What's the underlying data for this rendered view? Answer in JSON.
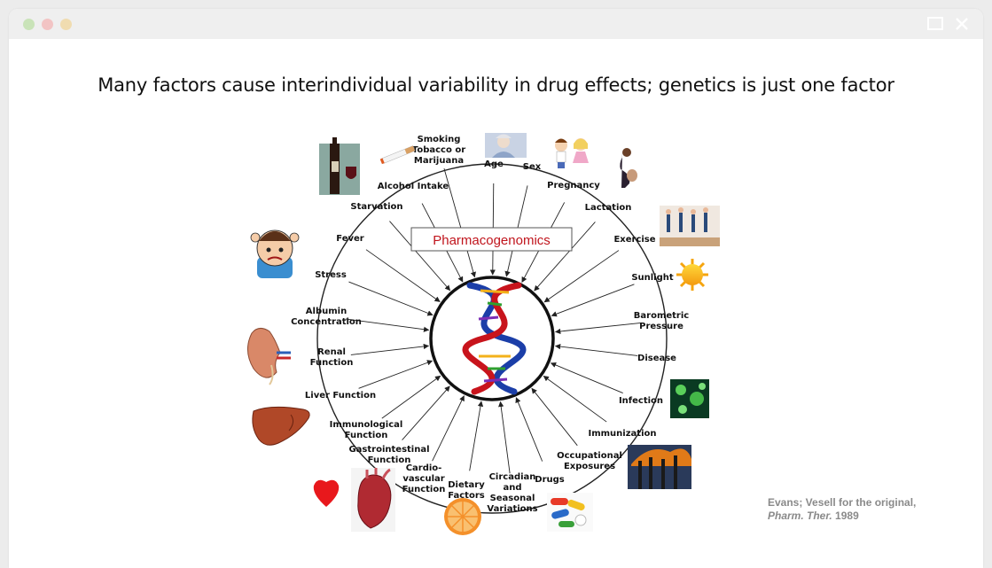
{
  "title": "Many factors cause interindividual variability in drug effects; genetics is just one factor",
  "center_label": "Pharmacogenomics",
  "citation": {
    "line1": "Evans; Vesell for the original,",
    "journal": "Pharm. Ther.",
    "year": "1989"
  },
  "factors": [
    {
      "id": "smoking",
      "lines": [
        "Smoking",
        "Tobacco or",
        "Marijuana"
      ]
    },
    {
      "id": "age",
      "lines": [
        "Age"
      ]
    },
    {
      "id": "sex",
      "lines": [
        "Sex"
      ]
    },
    {
      "id": "pregnancy",
      "lines": [
        "Pregnancy"
      ]
    },
    {
      "id": "lactation",
      "lines": [
        "Lactation"
      ]
    },
    {
      "id": "exercise",
      "lines": [
        "Exercise"
      ]
    },
    {
      "id": "sunlight",
      "lines": [
        "Sunlight"
      ]
    },
    {
      "id": "barometric-pressure",
      "lines": [
        "Barometric",
        "Pressure"
      ]
    },
    {
      "id": "disease",
      "lines": [
        "Disease"
      ]
    },
    {
      "id": "infection",
      "lines": [
        "Infection"
      ]
    },
    {
      "id": "immunization",
      "lines": [
        "Immunization"
      ]
    },
    {
      "id": "occupational-exposures",
      "lines": [
        "Occupational",
        "Exposures"
      ]
    },
    {
      "id": "drugs",
      "lines": [
        "Drugs"
      ]
    },
    {
      "id": "circadian",
      "lines": [
        "Circadian",
        "and",
        "Seasonal",
        "Variations"
      ]
    },
    {
      "id": "dietary-factors",
      "lines": [
        "Dietary",
        "Factors"
      ]
    },
    {
      "id": "cardiovascular-function",
      "lines": [
        "Cardio-",
        "vascular",
        "Function"
      ]
    },
    {
      "id": "gastrointestinal-function",
      "lines": [
        "Gastrointestinal",
        "Function"
      ]
    },
    {
      "id": "immunological-function",
      "lines": [
        "Immunological",
        "Function"
      ]
    },
    {
      "id": "liver-function",
      "lines": [
        "Liver Function"
      ]
    },
    {
      "id": "renal-function",
      "lines": [
        "Renal",
        "Function"
      ]
    },
    {
      "id": "albumin-concentration",
      "lines": [
        "Albumin",
        "Concentration"
      ]
    },
    {
      "id": "stress",
      "lines": [
        "Stress"
      ]
    },
    {
      "id": "fever",
      "lines": [
        "Fever"
      ]
    },
    {
      "id": "starvation",
      "lines": [
        "Starvation"
      ]
    },
    {
      "id": "alcohol-intake",
      "lines": [
        "Alcohol Intake"
      ]
    }
  ],
  "colors": {
    "center_label": "#c0141c",
    "arrow": "#222222",
    "citation": "#8a8a8a"
  }
}
